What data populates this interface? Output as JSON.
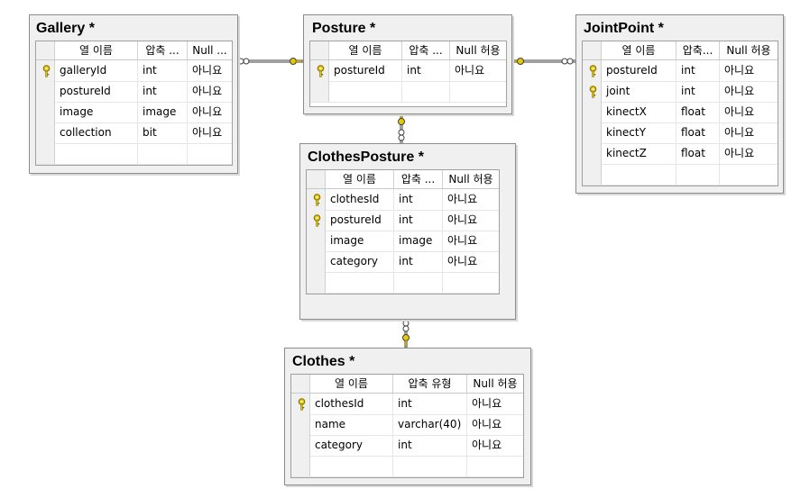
{
  "tables": {
    "gallery": {
      "title": "Gallery *",
      "headers": [
        "열 이름",
        "압축 ...",
        "Null ..."
      ],
      "rows": [
        {
          "name": "galleryId",
          "type": "int",
          "null": "아니요",
          "key": true
        },
        {
          "name": "postureId",
          "type": "int",
          "null": "아니요",
          "key": false
        },
        {
          "name": "image",
          "type": "image",
          "null": "아니요",
          "key": false
        },
        {
          "name": "collection",
          "type": "bit",
          "null": "아니요",
          "key": false
        }
      ]
    },
    "posture": {
      "title": "Posture *",
      "headers": [
        "열 이름",
        "압축 ...",
        "Null 허용"
      ],
      "rows": [
        {
          "name": "postureId",
          "type": "int",
          "null": "아니요",
          "key": true
        }
      ]
    },
    "jointpoint": {
      "title": "JointPoint *",
      "headers": [
        "열 이름",
        "압축...",
        "Null 허용"
      ],
      "rows": [
        {
          "name": "postureId",
          "type": "int",
          "null": "아니요",
          "key": true
        },
        {
          "name": "joint",
          "type": "int",
          "null": "아니요",
          "key": true
        },
        {
          "name": "kinectX",
          "type": "float",
          "null": "아니요",
          "key": false
        },
        {
          "name": "kinectY",
          "type": "float",
          "null": "아니요",
          "key": false
        },
        {
          "name": "kinectZ",
          "type": "float",
          "null": "아니요",
          "key": false
        }
      ]
    },
    "clothesposture": {
      "title": "ClothesPosture *",
      "headers": [
        "열 이름",
        "압축 ...",
        "Null 허용"
      ],
      "rows": [
        {
          "name": "clothesId",
          "type": "int",
          "null": "아니요",
          "key": true
        },
        {
          "name": "postureId",
          "type": "int",
          "null": "아니요",
          "key": true
        },
        {
          "name": "image",
          "type": "image",
          "null": "아니요",
          "key": false
        },
        {
          "name": "category",
          "type": "int",
          "null": "아니요",
          "key": false
        }
      ]
    },
    "clothes": {
      "title": "Clothes *",
      "headers": [
        "열 이름",
        "압축 유형",
        "Null 허용"
      ],
      "rows": [
        {
          "name": "clothesId",
          "type": "int",
          "null": "아니요",
          "key": true
        },
        {
          "name": "name",
          "type": "varchar(40)",
          "null": "아니요",
          "key": false
        },
        {
          "name": "category",
          "type": "int",
          "null": "아니요",
          "key": false
        }
      ]
    }
  },
  "colors": {
    "key_icon": "#e8c800",
    "connector": "#404040",
    "panel_bg": "#f0f0f0",
    "panel_border": "#8c8c8c"
  },
  "icons": {
    "primary_key": "key-icon",
    "relationship_one": "key-end-icon",
    "relationship_many": "infinity-end-icon"
  }
}
